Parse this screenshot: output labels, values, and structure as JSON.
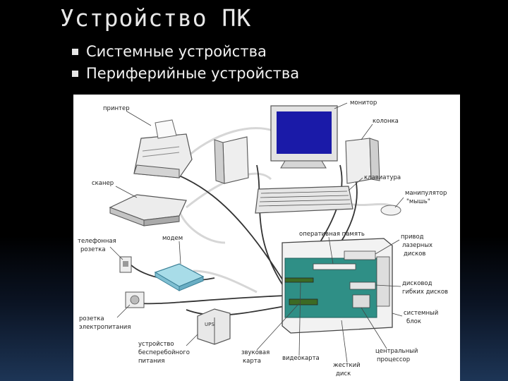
{
  "slide": {
    "title": "Устройство ПК",
    "bullets": [
      "Системные устройства",
      "Периферийные устройства"
    ]
  },
  "diagram_labels": {
    "printer": "принтер",
    "monitor": "монитор",
    "speaker": "колонка",
    "scanner": "сканер",
    "keyboard": "клавиатура",
    "mouse_1": "манипулятор",
    "mouse_2": "\"мышь\"",
    "phone_socket_1": "телефонная",
    "phone_socket_2": "розетка",
    "modem": "модем",
    "ram": "оперативная память",
    "cd_drive_1": "привод",
    "cd_drive_2": "лазерных",
    "cd_drive_3": "дисков",
    "floppy_1": "дисковод",
    "floppy_2": "гибких дисков",
    "system_unit_1": "системный",
    "system_unit_2": "блок",
    "power_socket_1": "розетка",
    "power_socket_2": "электропитания",
    "ups_1": "устройство",
    "ups_2": "бесперебойного",
    "ups_3": "питания",
    "ups_badge": "UPS",
    "sound_card_1": "звуковая",
    "sound_card_2": "карта",
    "video_card": "видеокарта",
    "hdd_1": "жесткий",
    "hdd_2": "диск",
    "cpu_1": "центральный",
    "cpu_2": "процессор"
  },
  "colors": {
    "motherboard": "#2f8f86",
    "modem": "#a8dce8",
    "screen": "#1a1aa8",
    "card": "#3c6a24"
  }
}
